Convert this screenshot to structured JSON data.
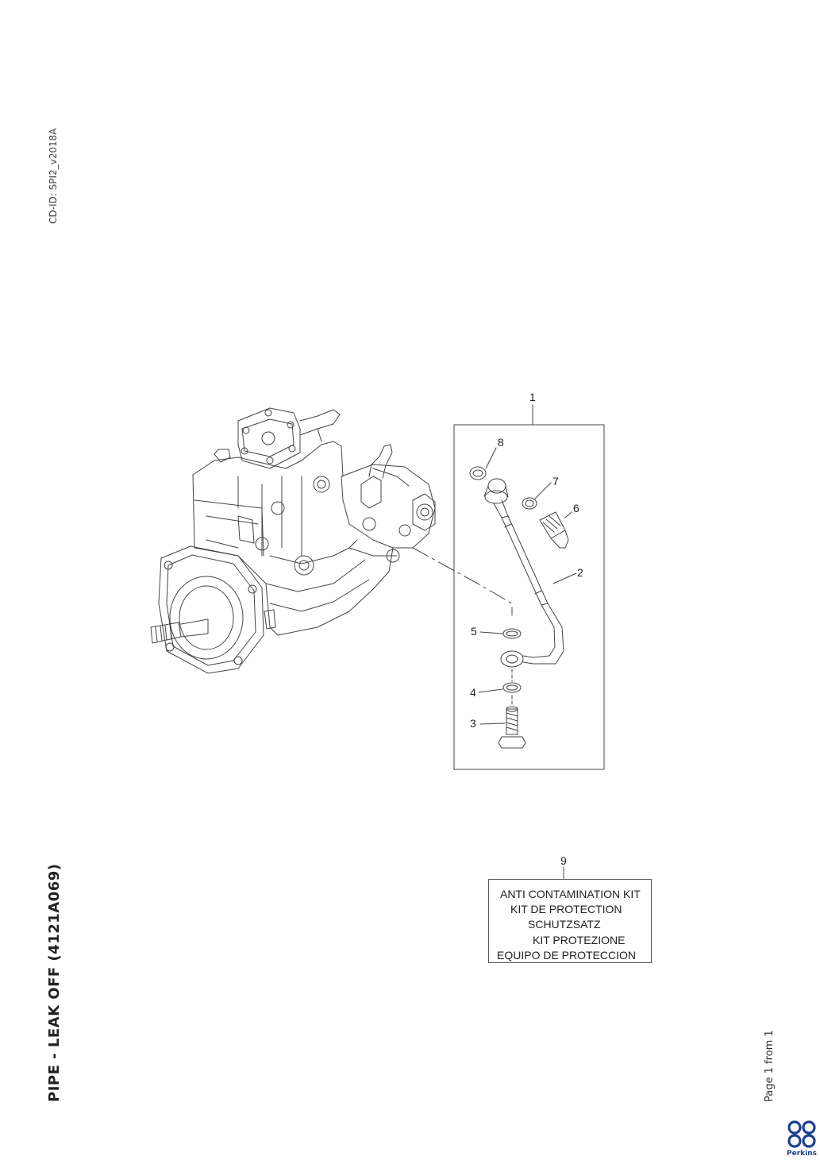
{
  "document": {
    "cd_id": "CD-ID: SPI2_v2018A",
    "title": "PIPE - LEAK OFF (4121A069)",
    "page_counter": "Page 1 from 1"
  },
  "callouts": {
    "c1": "1",
    "c2": "2",
    "c3": "3",
    "c4": "4",
    "c5": "5",
    "c6": "6",
    "c7": "7",
    "c8": "8",
    "c9": "9"
  },
  "kit": {
    "lines": [
      "ANTI CONTAMINATION KIT",
      "KIT DE PROTECTION",
      "SCHUTZSATZ",
      "KIT PROTEZIONE",
      "EQUIPO DE PROTECCION"
    ]
  },
  "brand": {
    "name": "Perkins",
    "logo_icon": "perkins-logo-icon",
    "color": "#1f3f8f"
  }
}
